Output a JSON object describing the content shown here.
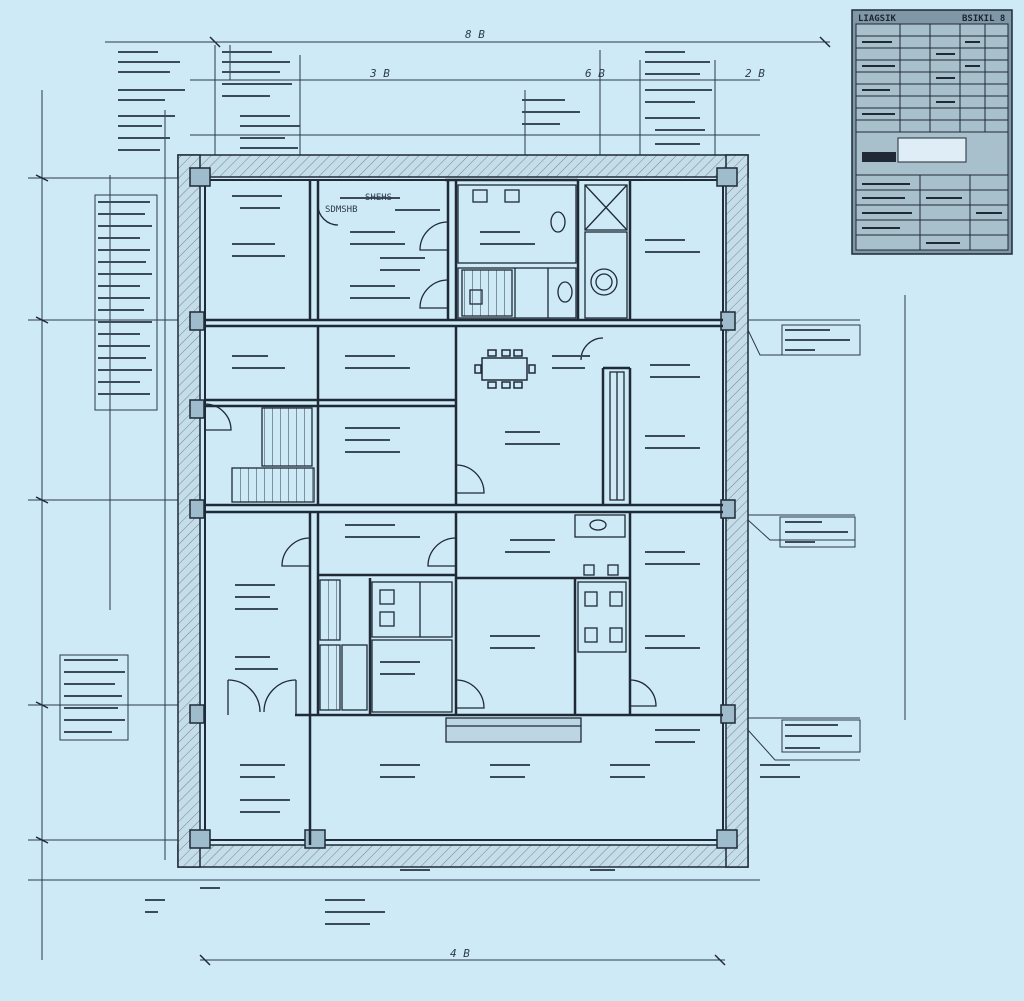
{
  "dimensions": {
    "top_overall": "8 B",
    "top_left": "3 B",
    "top_mid": "6 B",
    "top_right": "2 B",
    "bottom_overall": "4 B"
  },
  "title_block": {
    "left": "LIAGSIK",
    "right": "BSIKIL 8"
  },
  "room_labels": {
    "r1": "SDMSHB",
    "r2": "SHEHS"
  },
  "colors": {
    "background": "#cfeaf7",
    "line": "#1f2a36",
    "wall_fill": "#bcd6e4",
    "hatch": "#6d8797"
  }
}
